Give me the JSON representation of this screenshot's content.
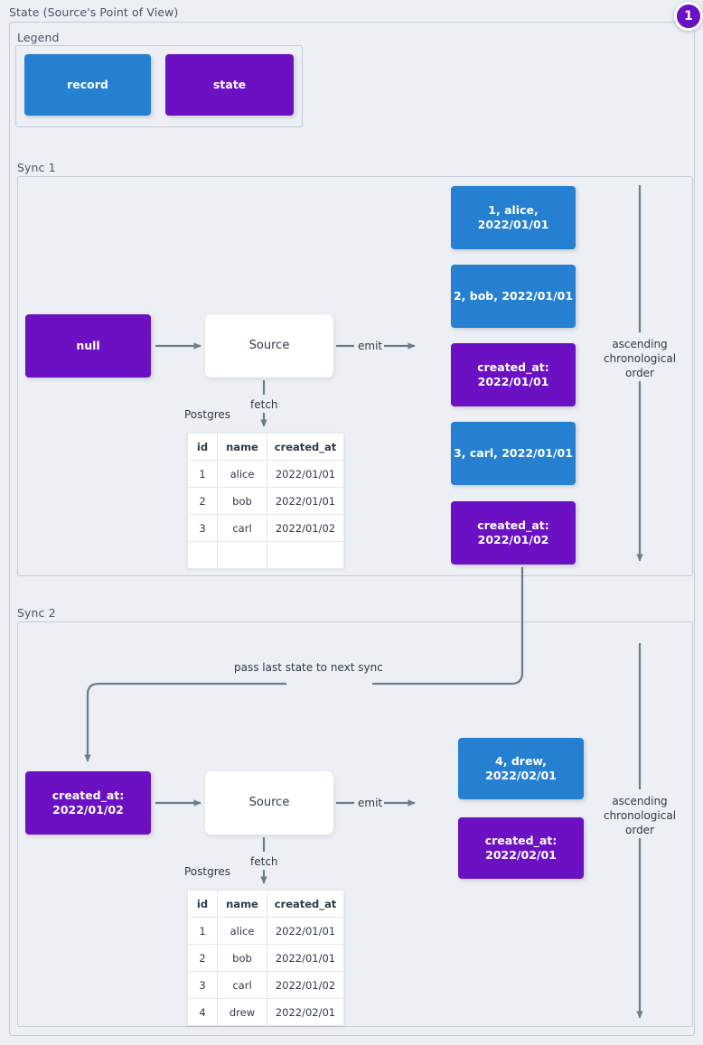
{
  "diagram": {
    "title": "State (Source's Point of View)",
    "badge": "1"
  },
  "legend": {
    "title": "Legend",
    "items": [
      {
        "label": "record",
        "color": "#2680d2"
      },
      {
        "label": "state",
        "color": "#6c10c4"
      }
    ]
  },
  "colors": {
    "record": "#2680d2",
    "state": "#6c10c4",
    "node": "#ffffff",
    "wire": "#6b7d8c",
    "background": "#eceff4",
    "frame": "#c3ccd8"
  },
  "sync1": {
    "title": "Sync 1",
    "input_state": "null",
    "source_label": "Source",
    "emit_label": "emit",
    "fetch_label": "fetch",
    "db_label": "Postgres",
    "order_note": "ascending chronological order",
    "table": {
      "columns": [
        "id",
        "name",
        "created_at"
      ],
      "rows": [
        [
          "1",
          "alice",
          "2022/01/01"
        ],
        [
          "2",
          "bob",
          "2022/01/01"
        ],
        [
          "3",
          "carl",
          "2022/01/02"
        ],
        [
          "",
          "",
          ""
        ]
      ]
    },
    "emitted": [
      {
        "type": "record",
        "text": "1, alice, 2022/01/01"
      },
      {
        "type": "record",
        "text": "2, bob, 2022/01/01"
      },
      {
        "type": "state",
        "line1": "created_at:",
        "line2": "2022/01/01"
      },
      {
        "type": "record",
        "text": "3, carl, 2022/01/01"
      },
      {
        "type": "state",
        "line1": "created_at:",
        "line2": "2022/01/02"
      }
    ]
  },
  "sync2": {
    "title": "Sync 2",
    "carry_label": "pass last state to next sync",
    "input_state_line1": "created_at:",
    "input_state_line2": "2022/01/02",
    "source_label": "Source",
    "emit_label": "emit",
    "fetch_label": "fetch",
    "db_label": "Postgres",
    "order_note": "ascending chronological order",
    "table": {
      "columns": [
        "id",
        "name",
        "created_at"
      ],
      "rows": [
        [
          "1",
          "alice",
          "2022/01/01"
        ],
        [
          "2",
          "bob",
          "2022/01/01"
        ],
        [
          "3",
          "carl",
          "2022/01/02"
        ],
        [
          "4",
          "drew",
          "2022/02/01"
        ]
      ]
    },
    "emitted": [
      {
        "type": "record",
        "text": "4, drew, 2022/02/01"
      },
      {
        "type": "state",
        "line1": "created_at:",
        "line2": "2022/02/01"
      }
    ]
  }
}
